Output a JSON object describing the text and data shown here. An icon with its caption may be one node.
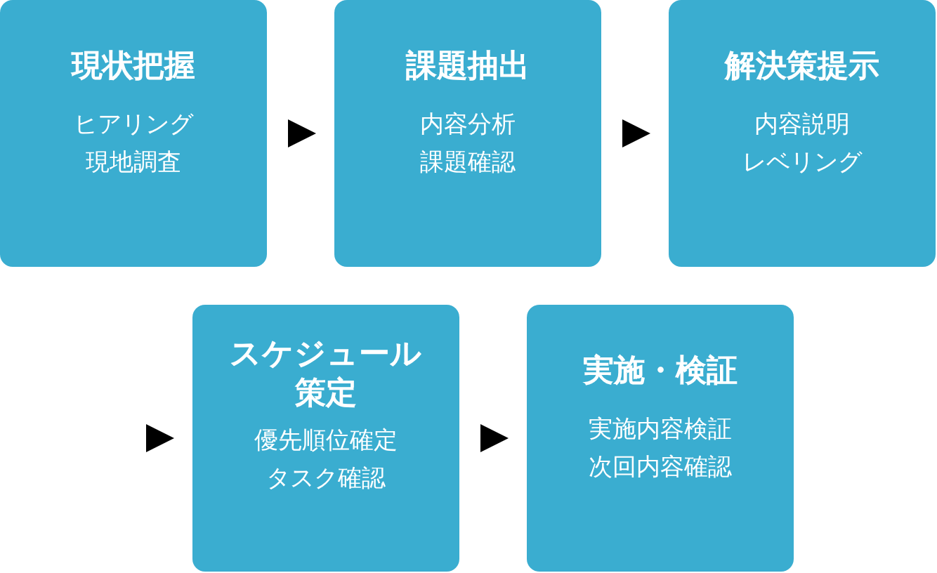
{
  "diagram": {
    "nodes": [
      {
        "text": [
          "現状把握",
          "ヒアリング",
          "現地調査"
        ]
      },
      {
        "text": [
          "課題抽出",
          "内容分析",
          "課題確認"
        ]
      },
      {
        "text": [
          "解決策提示",
          "内容説明",
          "レベリング"
        ]
      },
      {
        "text": [
          "スケジュール策定",
          "優先順位確定",
          "タスク確認"
        ]
      },
      {
        "text": [
          "実施・検証",
          "実施内容検証",
          "次回内容確認"
        ]
      }
    ],
    "edges": [
      {
        "from": 0,
        "to": 1,
        "arrow": "to"
      },
      {
        "from": 1,
        "to": 2,
        "arrow": "to"
      },
      {
        "from": null,
        "to": 3,
        "arrow": "to"
      },
      {
        "from": 3,
        "to": 4,
        "arrow": "to"
      }
    ]
  }
}
